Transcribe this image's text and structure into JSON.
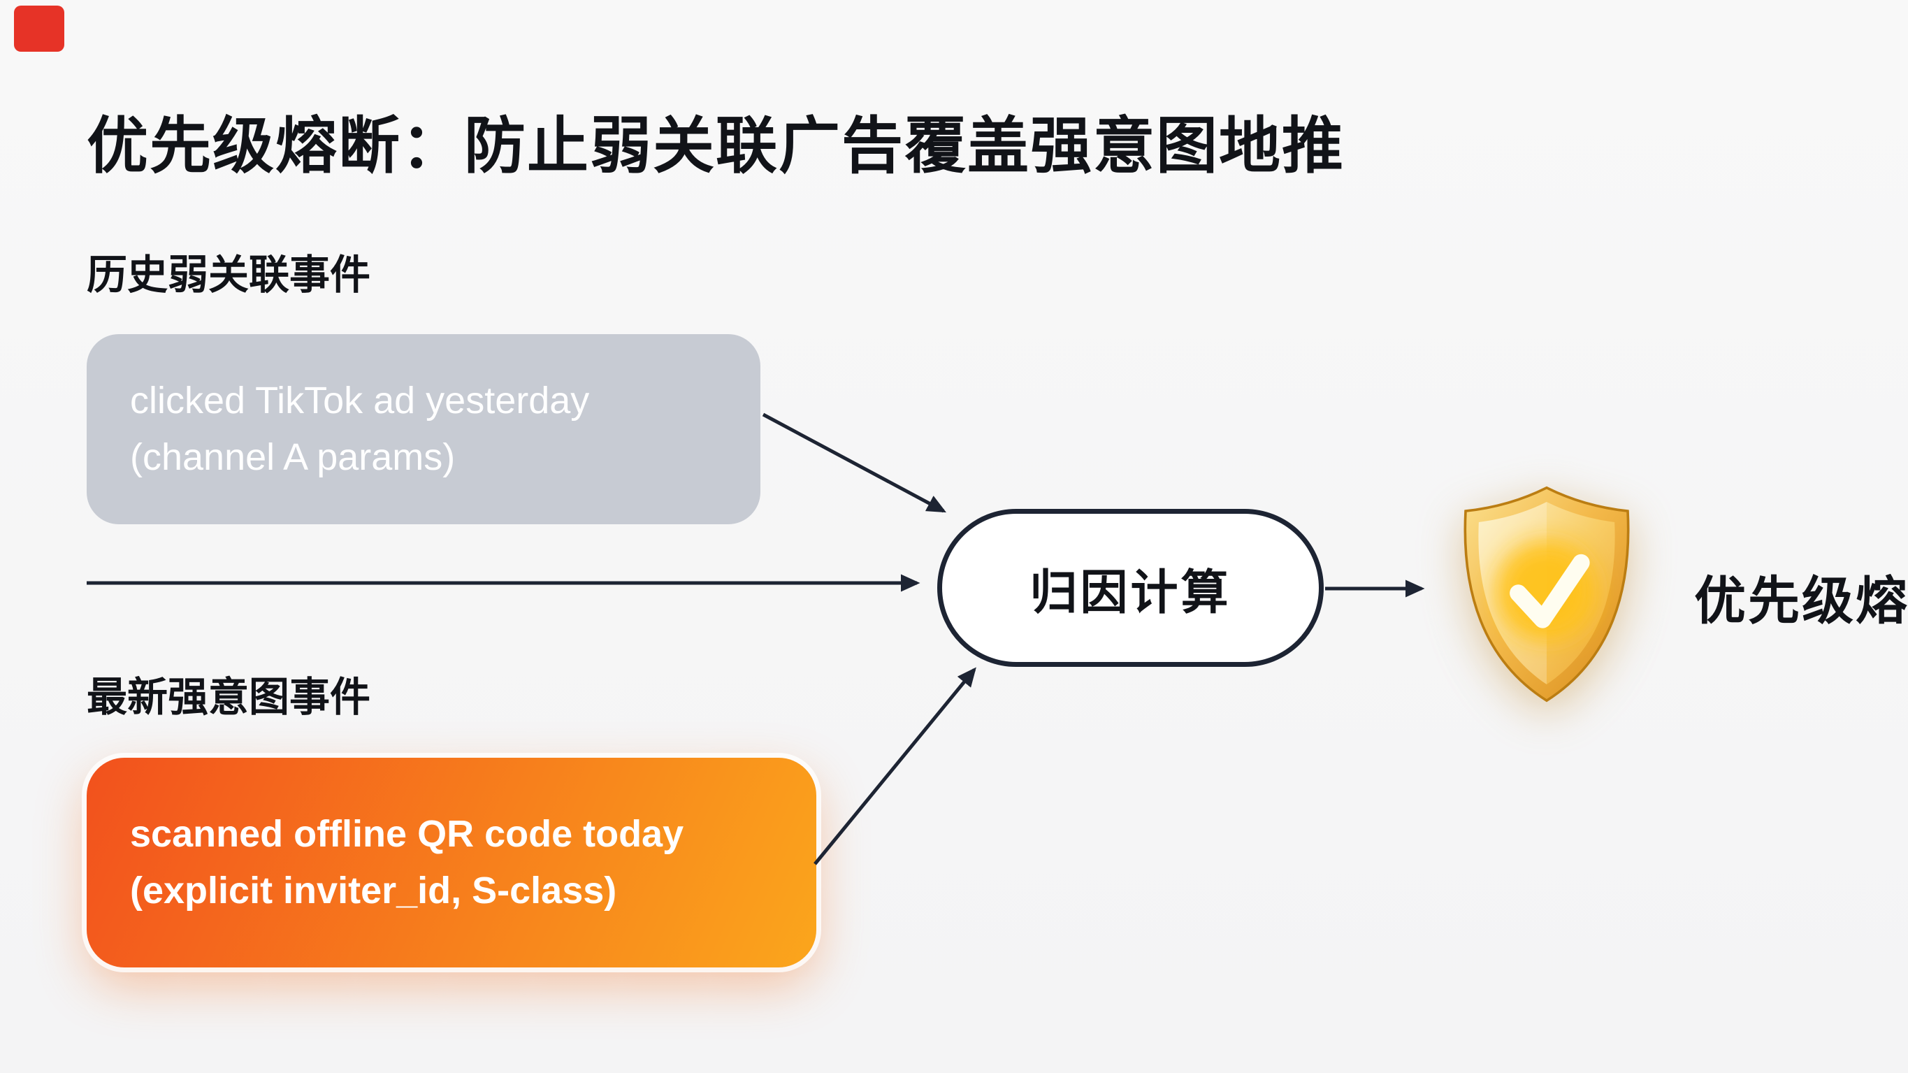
{
  "page": {
    "title": "优先级熔断：防止弱关联广告覆盖强意图地推"
  },
  "sections": {
    "weak_label": "历史弱关联事件",
    "strong_label": "最新强意图事件"
  },
  "cards": {
    "weak": {
      "line1": "clicked TikTok ad yesterday",
      "line2": "(channel A params)"
    },
    "strong": {
      "line1": "scanned offline QR code today",
      "line2": "(explicit inviter_id, S-class)"
    }
  },
  "node": {
    "label": "归因计算"
  },
  "result": {
    "label": "优先级熔断"
  },
  "icons": {
    "corner": "red-square-icon",
    "shield": "shield-check-icon"
  },
  "colors": {
    "background": "#f7f7f7",
    "accent_red": "#e63327",
    "weak_card_bg": "#c7cbd3",
    "card_text": "#ffffff",
    "strong_card_start": "#f2511d",
    "strong_card_end": "#fba61c",
    "arrow": "#1d2433",
    "node_border": "#1d2433",
    "text_dark": "#111318"
  }
}
